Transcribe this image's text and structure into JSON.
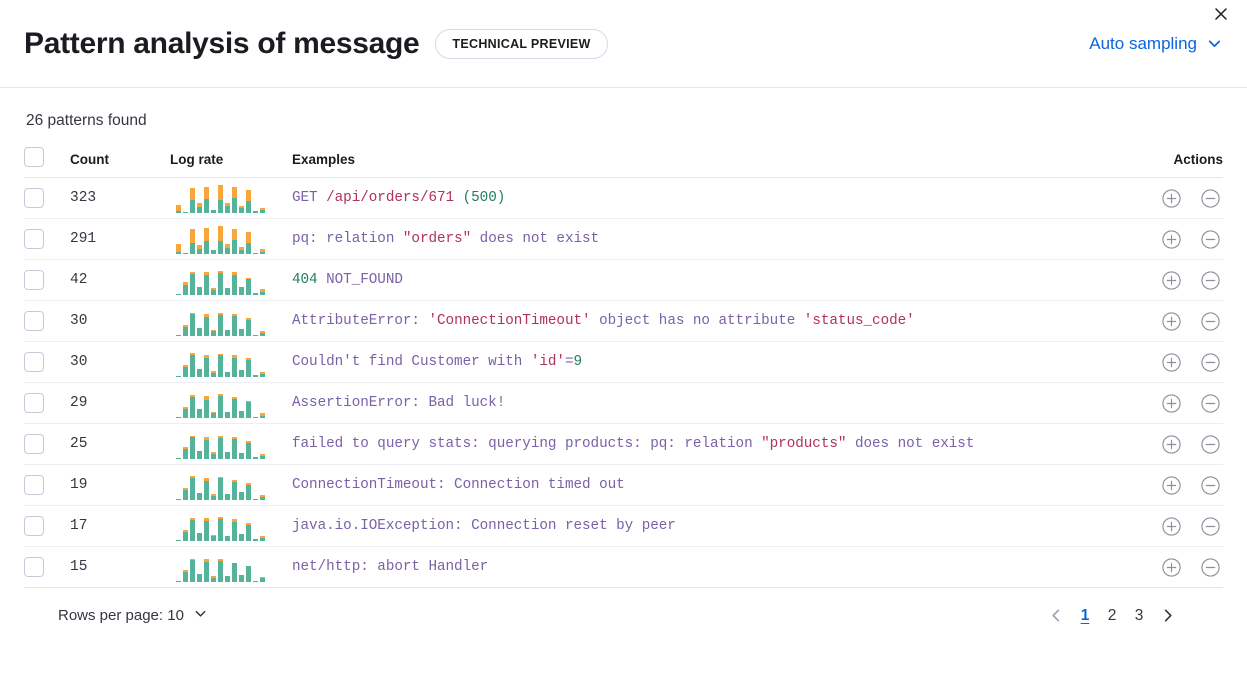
{
  "header": {
    "title": "Pattern analysis of message",
    "badge": "TECHNICAL PREVIEW",
    "sampling_label": "Auto sampling",
    "sampling_icon": "chevron-down-icon",
    "close_icon": "close-icon"
  },
  "summary": {
    "patterns_found": "26 patterns found"
  },
  "table": {
    "columns": [
      "",
      "Count",
      "Log rate",
      "Examples",
      "Actions"
    ],
    "rows": [
      {
        "count": "323",
        "example_plain": "GET /api/orders/671 (500)",
        "segments": [
          {
            "text": "GET ",
            "type": "tok"
          },
          {
            "text": "/api/orders/671 ",
            "type": "str"
          },
          {
            "text": "(500)",
            "type": "num"
          }
        ],
        "log_rate": [
          {
            "teal": 6,
            "orange": 22
          },
          {
            "teal": 5,
            "orange": 0
          },
          {
            "teal": 42,
            "orange": 42
          },
          {
            "teal": 20,
            "orange": 14
          },
          {
            "teal": 48,
            "orange": 40
          },
          {
            "teal": 10,
            "orange": 0
          },
          {
            "teal": 45,
            "orange": 48
          },
          {
            "teal": 22,
            "orange": 10
          },
          {
            "teal": 50,
            "orange": 36
          },
          {
            "teal": 16,
            "orange": 8
          },
          {
            "teal": 40,
            "orange": 38
          },
          {
            "teal": 6,
            "orange": 0
          },
          {
            "teal": 10,
            "orange": 8
          }
        ]
      },
      {
        "count": "291",
        "example_plain": "pq: relation \"orders\" does not exist",
        "segments": [
          {
            "text": "pq: relation ",
            "type": "tok"
          },
          {
            "text": "\"orders\"",
            "type": "str"
          },
          {
            "text": " does not exist",
            "type": "tok"
          }
        ],
        "log_rate": [
          {
            "teal": 8,
            "orange": 24
          },
          {
            "teal": 4,
            "orange": 0
          },
          {
            "teal": 36,
            "orange": 46
          },
          {
            "teal": 18,
            "orange": 12
          },
          {
            "teal": 44,
            "orange": 44
          },
          {
            "teal": 12,
            "orange": 0
          },
          {
            "teal": 42,
            "orange": 50
          },
          {
            "teal": 20,
            "orange": 12
          },
          {
            "teal": 46,
            "orange": 38
          },
          {
            "teal": 14,
            "orange": 10
          },
          {
            "teal": 38,
            "orange": 34
          },
          {
            "teal": 5,
            "orange": 0
          },
          {
            "teal": 8,
            "orange": 10
          }
        ]
      },
      {
        "count": "42",
        "example_plain": "404 NOT_FOUND",
        "segments": [
          {
            "text": "404 ",
            "type": "num"
          },
          {
            "text": "NOT_FOUND",
            "type": "tok"
          }
        ],
        "log_rate": [
          {
            "teal": 4,
            "orange": 0
          },
          {
            "teal": 34,
            "orange": 8
          },
          {
            "teal": 70,
            "orange": 6
          },
          {
            "teal": 28,
            "orange": 0
          },
          {
            "teal": 66,
            "orange": 12
          },
          {
            "teal": 18,
            "orange": 6
          },
          {
            "teal": 72,
            "orange": 8
          },
          {
            "teal": 22,
            "orange": 0
          },
          {
            "teal": 68,
            "orange": 8
          },
          {
            "teal": 26,
            "orange": 0
          },
          {
            "teal": 52,
            "orange": 6
          },
          {
            "teal": 6,
            "orange": 0
          },
          {
            "teal": 10,
            "orange": 10
          }
        ]
      },
      {
        "count": "30",
        "example_plain": "AttributeError: 'ConnectionTimeout' object has no attribute 'status_code'",
        "segments": [
          {
            "text": "AttributeError: ",
            "type": "tok"
          },
          {
            "text": "'ConnectionTimeout'",
            "type": "str"
          },
          {
            "text": " object has no attribute ",
            "type": "tok"
          },
          {
            "text": "'status_code'",
            "type": "str"
          }
        ],
        "log_rate": [
          {
            "teal": 5,
            "orange": 0
          },
          {
            "teal": 30,
            "orange": 6
          },
          {
            "teal": 72,
            "orange": 6
          },
          {
            "teal": 26,
            "orange": 0
          },
          {
            "teal": 64,
            "orange": 10
          },
          {
            "teal": 16,
            "orange": 5
          },
          {
            "teal": 70,
            "orange": 6
          },
          {
            "teal": 20,
            "orange": 0
          },
          {
            "teal": 66,
            "orange": 8
          },
          {
            "teal": 24,
            "orange": 0
          },
          {
            "teal": 54,
            "orange": 6
          },
          {
            "teal": 5,
            "orange": 0
          },
          {
            "teal": 9,
            "orange": 8
          }
        ]
      },
      {
        "count": "30",
        "example_plain": "Couldn't find Customer with 'id'=9",
        "segments": [
          {
            "text": "Couldn't find Customer with ",
            "type": "tok"
          },
          {
            "text": "'id'",
            "type": "str"
          },
          {
            "text": "=",
            "type": "tok"
          },
          {
            "text": "9",
            "type": "num"
          }
        ],
        "log_rate": [
          {
            "teal": 5,
            "orange": 0
          },
          {
            "teal": 32,
            "orange": 8
          },
          {
            "teal": 74,
            "orange": 5
          },
          {
            "teal": 28,
            "orange": 0
          },
          {
            "teal": 62,
            "orange": 10
          },
          {
            "teal": 14,
            "orange": 6
          },
          {
            "teal": 72,
            "orange": 6
          },
          {
            "teal": 18,
            "orange": 0
          },
          {
            "teal": 64,
            "orange": 8
          },
          {
            "teal": 22,
            "orange": 0
          },
          {
            "teal": 56,
            "orange": 6
          },
          {
            "teal": 6,
            "orange": 0
          },
          {
            "teal": 10,
            "orange": 8
          }
        ]
      },
      {
        "count": "29",
        "example_plain": "AssertionError: Bad luck!",
        "segments": [
          {
            "text": "AssertionError: Bad luck!",
            "type": "tok"
          }
        ],
        "log_rate": [
          {
            "teal": 5,
            "orange": 0
          },
          {
            "teal": 30,
            "orange": 8
          },
          {
            "teal": 70,
            "orange": 6
          },
          {
            "teal": 30,
            "orange": 0
          },
          {
            "teal": 60,
            "orange": 12
          },
          {
            "teal": 16,
            "orange": 5
          },
          {
            "teal": 74,
            "orange": 5
          },
          {
            "teal": 20,
            "orange": 0
          },
          {
            "teal": 62,
            "orange": 8
          },
          {
            "teal": 24,
            "orange": 0
          },
          {
            "teal": 52,
            "orange": 6
          },
          {
            "teal": 5,
            "orange": 0
          },
          {
            "teal": 8,
            "orange": 10
          }
        ]
      },
      {
        "count": "25",
        "example_plain": "failed to query stats: querying products: pq: relation \"products\" does not exist",
        "segments": [
          {
            "text": "failed to query stats: querying products: pq: relation ",
            "type": "tok"
          },
          {
            "text": "\"products\"",
            "type": "str"
          },
          {
            "text": " does not exist",
            "type": "tok"
          }
        ],
        "log_rate": [
          {
            "teal": 5,
            "orange": 0
          },
          {
            "teal": 34,
            "orange": 6
          },
          {
            "teal": 72,
            "orange": 6
          },
          {
            "teal": 26,
            "orange": 0
          },
          {
            "teal": 64,
            "orange": 10
          },
          {
            "teal": 18,
            "orange": 5
          },
          {
            "teal": 70,
            "orange": 6
          },
          {
            "teal": 22,
            "orange": 0
          },
          {
            "teal": 66,
            "orange": 8
          },
          {
            "teal": 20,
            "orange": 0
          },
          {
            "teal": 54,
            "orange": 6
          },
          {
            "teal": 6,
            "orange": 0
          },
          {
            "teal": 9,
            "orange": 9
          }
        ]
      },
      {
        "count": "19",
        "example_plain": "ConnectionTimeout: Connection timed out",
        "segments": [
          {
            "text": "ConnectionTimeout: Connection timed out",
            "type": "tok"
          }
        ],
        "log_rate": [
          {
            "teal": 5,
            "orange": 0
          },
          {
            "teal": 32,
            "orange": 8
          },
          {
            "teal": 74,
            "orange": 5
          },
          {
            "teal": 24,
            "orange": 0
          },
          {
            "teal": 62,
            "orange": 10
          },
          {
            "teal": 14,
            "orange": 6
          },
          {
            "teal": 72,
            "orange": 6
          },
          {
            "teal": 20,
            "orange": 0
          },
          {
            "teal": 60,
            "orange": 8
          },
          {
            "teal": 26,
            "orange": 0
          },
          {
            "teal": 50,
            "orange": 6
          },
          {
            "teal": 5,
            "orange": 0
          },
          {
            "teal": 10,
            "orange": 8
          }
        ]
      },
      {
        "count": "17",
        "example_plain": "java.io.IOException: Connection reset by peer",
        "segments": [
          {
            "text": "java.io.IOException: Connection reset by peer",
            "type": "tok"
          }
        ],
        "log_rate": [
          {
            "teal": 5,
            "orange": 0
          },
          {
            "teal": 30,
            "orange": 8
          },
          {
            "teal": 70,
            "orange": 6
          },
          {
            "teal": 28,
            "orange": 0
          },
          {
            "teal": 66,
            "orange": 10
          },
          {
            "teal": 16,
            "orange": 5
          },
          {
            "teal": 74,
            "orange": 6
          },
          {
            "teal": 18,
            "orange": 0
          },
          {
            "teal": 64,
            "orange": 8
          },
          {
            "teal": 22,
            "orange": 0
          },
          {
            "teal": 54,
            "orange": 6
          },
          {
            "teal": 6,
            "orange": 0
          },
          {
            "teal": 9,
            "orange": 9
          }
        ]
      },
      {
        "count": "15",
        "example_plain": "net/http: abort Handler",
        "segments": [
          {
            "text": "net/http: abort Handler",
            "type": "tok"
          }
        ],
        "log_rate": [
          {
            "teal": 4,
            "orange": 0
          },
          {
            "teal": 32,
            "orange": 8
          },
          {
            "teal": 72,
            "orange": 6
          },
          {
            "teal": 26,
            "orange": 0
          },
          {
            "teal": 68,
            "orange": 9
          },
          {
            "teal": 14,
            "orange": 5
          },
          {
            "teal": 70,
            "orange": 6
          },
          {
            "teal": 20,
            "orange": 0
          },
          {
            "teal": 62,
            "orange": 0
          },
          {
            "teal": 24,
            "orange": 0
          },
          {
            "teal": 52,
            "orange": 0
          },
          {
            "teal": 5,
            "orange": 0
          },
          {
            "teal": 12,
            "orange": 6
          }
        ]
      }
    ],
    "row_action_icons": [
      "plus-in-circle-icon",
      "minus-in-circle-icon"
    ]
  },
  "footer": {
    "rows_per_page_label": "Rows per page: 10",
    "rows_per_page_icon": "chevron-down-icon",
    "prev_icon": "chevron-left-icon",
    "next_icon": "chevron-right-icon",
    "pages": [
      "1",
      "2",
      "3"
    ],
    "active_page": "1"
  },
  "colors": {
    "accent_blue": "#0b64dd",
    "bar_teal": "#54b399",
    "bar_orange": "#f8a53c",
    "token_purple": "#7b61a8",
    "string_maroon": "#b03060",
    "number_green": "#1e8059"
  }
}
